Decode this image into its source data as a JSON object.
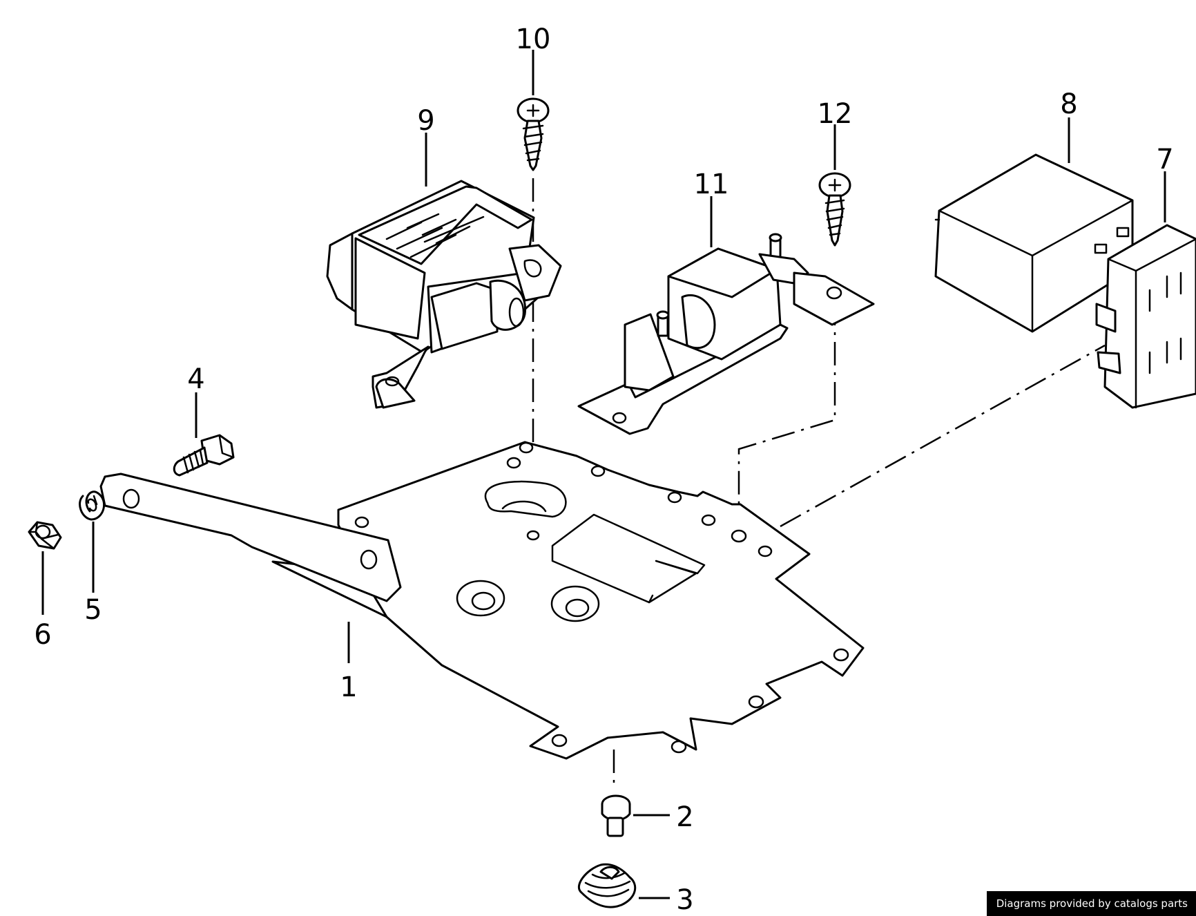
{
  "diagram": {
    "callouts": [
      {
        "id": "c1",
        "number": "1"
      },
      {
        "id": "c2",
        "number": "2"
      },
      {
        "id": "c3",
        "number": "3"
      },
      {
        "id": "c4",
        "number": "4"
      },
      {
        "id": "c5",
        "number": "5"
      },
      {
        "id": "c6",
        "number": "6"
      },
      {
        "id": "c7",
        "number": "7"
      },
      {
        "id": "c8",
        "number": "8"
      },
      {
        "id": "c9",
        "number": "9"
      },
      {
        "id": "c10",
        "number": "10"
      },
      {
        "id": "c11",
        "number": "11"
      },
      {
        "id": "c12",
        "number": "12"
      }
    ]
  },
  "footer": {
    "credit": "Diagrams provided by catalogs parts"
  },
  "colors": {
    "line": "#000000",
    "background": "#ffffff",
    "credit_bg": "#000000",
    "credit_text": "#ffffff"
  }
}
